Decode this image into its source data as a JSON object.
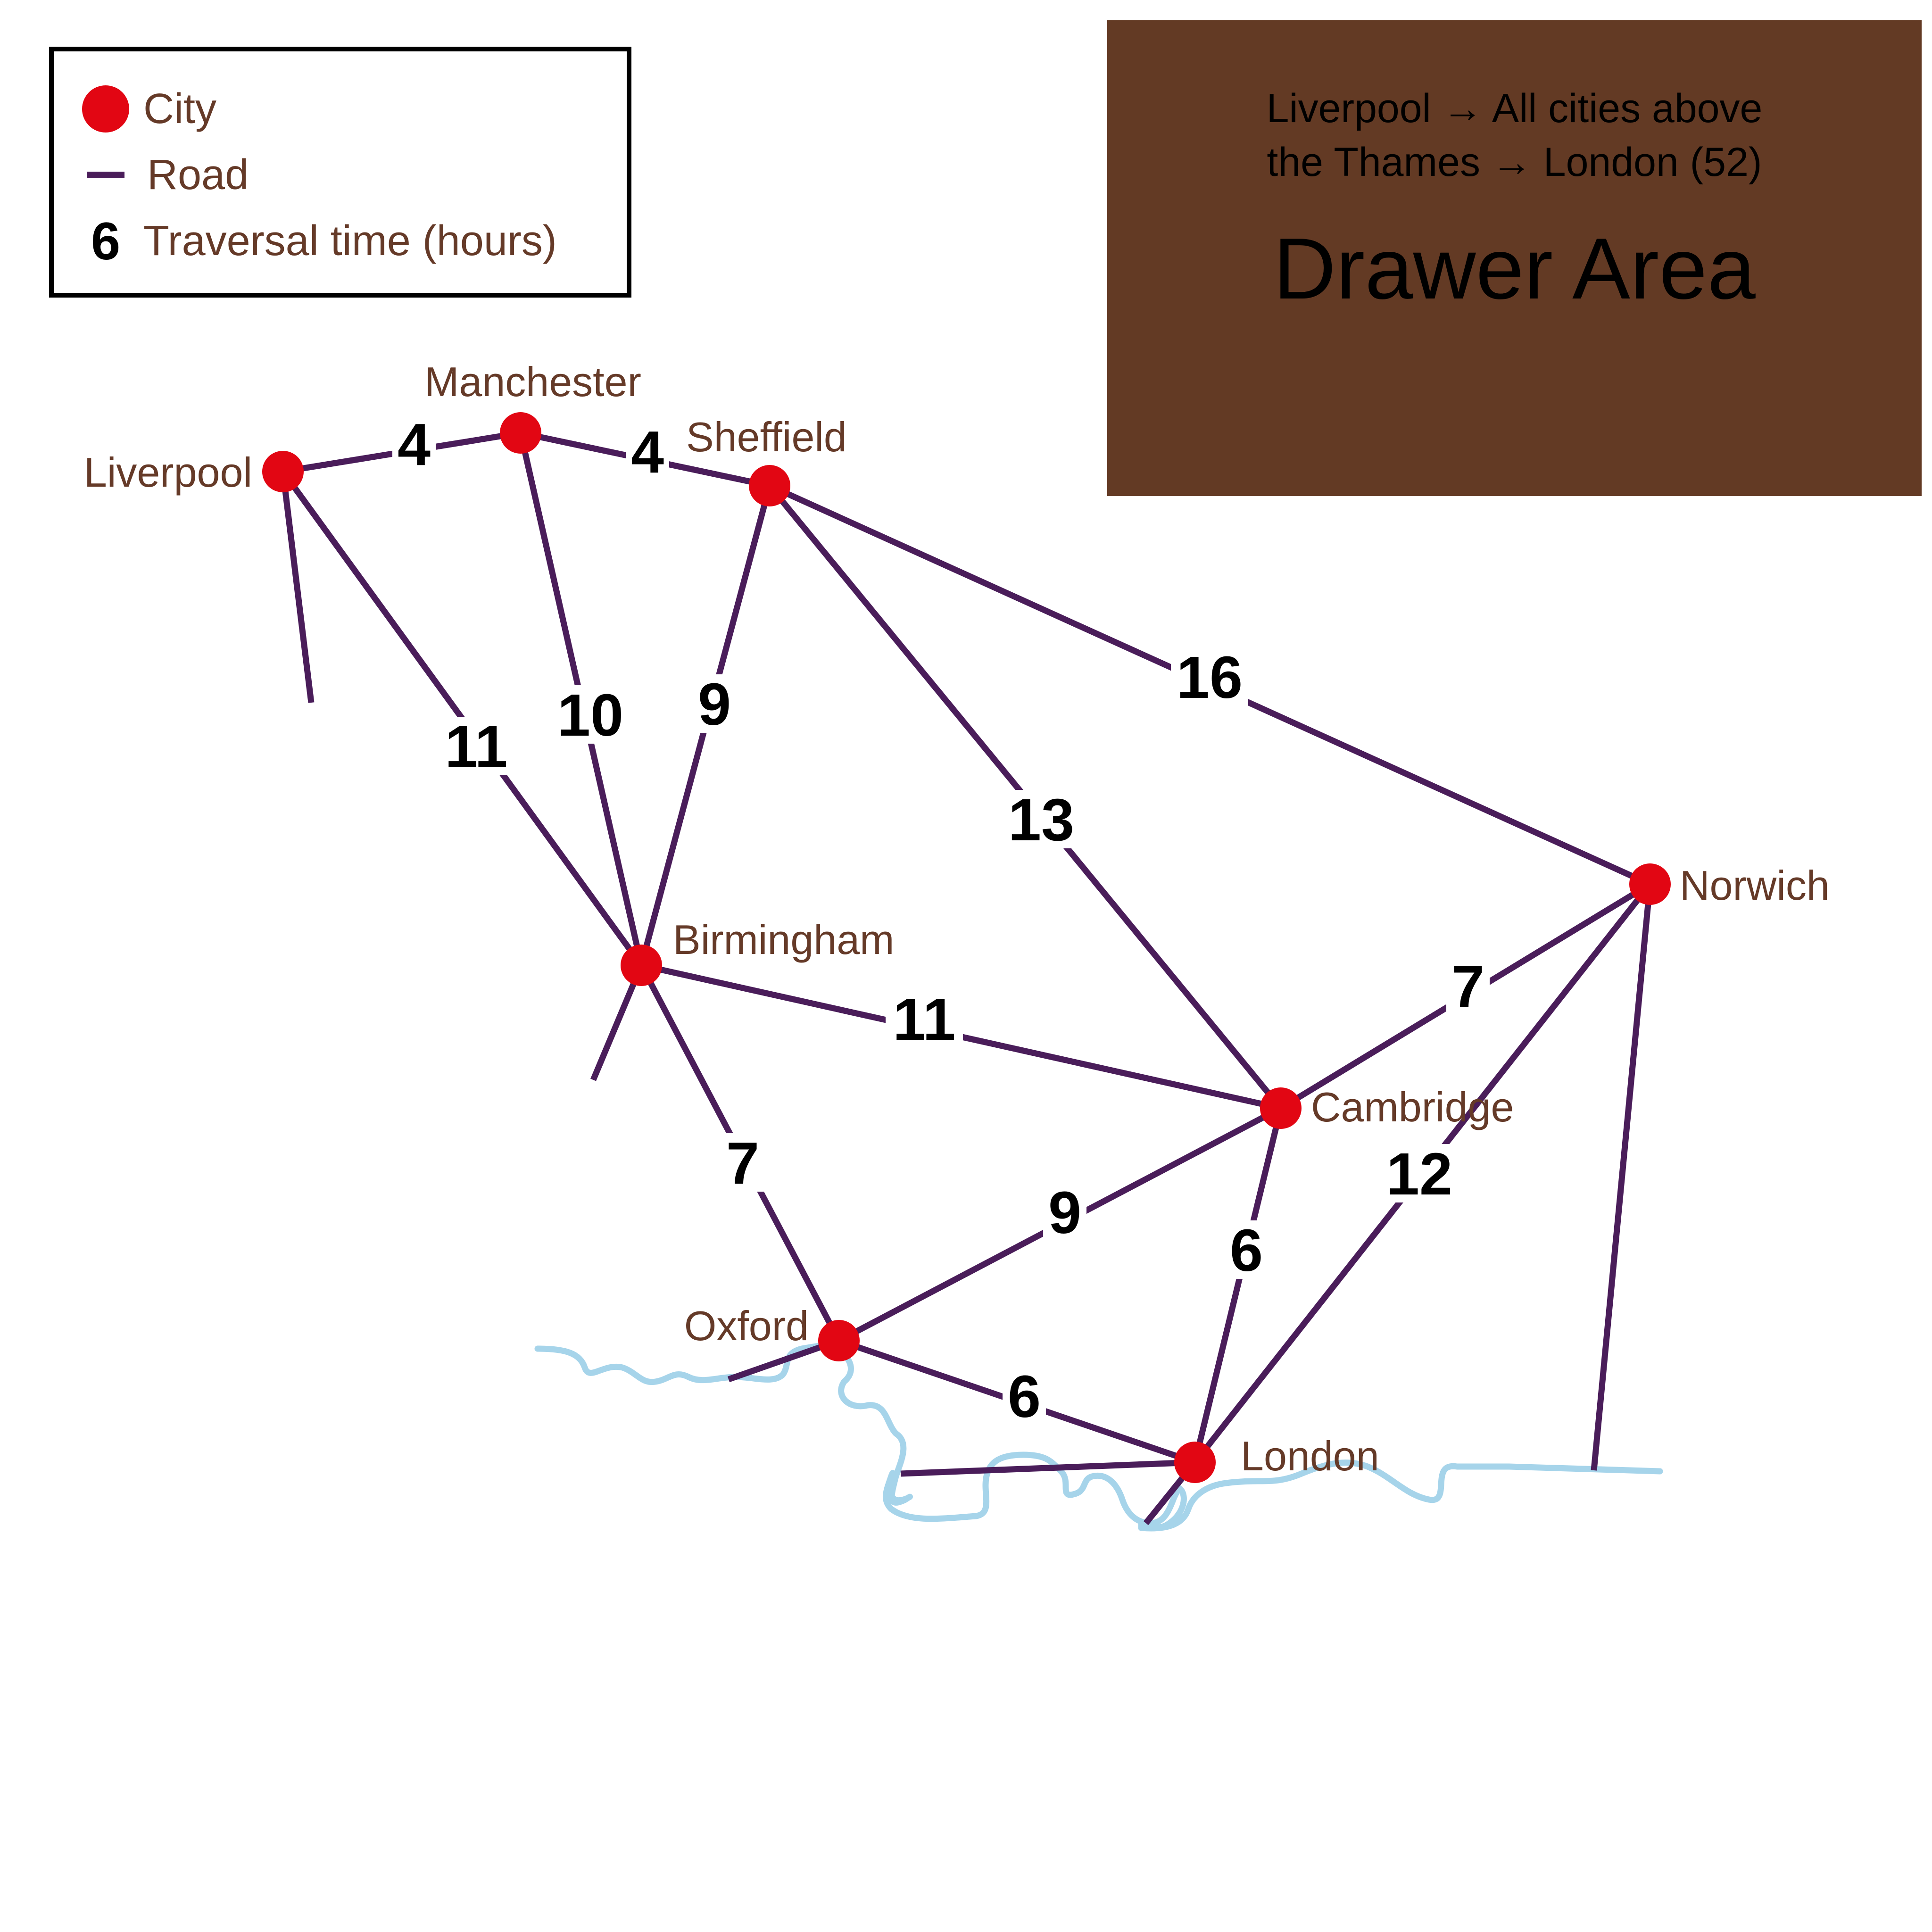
{
  "colors": {
    "city": "#e20613",
    "road": "#4a1d5a",
    "river": "#a6d4ea",
    "label_text": "#653a28",
    "drawer_background": "#633a24"
  },
  "legend": {
    "city_label": "City",
    "road_label": "Road",
    "time_symbol": "6",
    "time_label": "Traversal time (hours)"
  },
  "drawer": {
    "subtitle_line1": "Liverpool → All cities above",
    "subtitle_line2": "the Thames → London (52)",
    "title": "Drawer Area"
  },
  "cities": [
    {
      "id": "liverpool",
      "name": "Liverpool"
    },
    {
      "id": "manchester",
      "name": "Manchester"
    },
    {
      "id": "sheffield",
      "name": "Sheffield"
    },
    {
      "id": "birmingham",
      "name": "Birmingham"
    },
    {
      "id": "norwich",
      "name": "Norwich"
    },
    {
      "id": "cambridge",
      "name": "Cambridge"
    },
    {
      "id": "oxford",
      "name": "Oxford"
    },
    {
      "id": "london",
      "name": "London"
    }
  ],
  "roads": [
    {
      "from": "liverpool",
      "to": "manchester",
      "hours": 4
    },
    {
      "from": "manchester",
      "to": "sheffield",
      "hours": 4
    },
    {
      "from": "liverpool",
      "to": "birmingham",
      "hours": 11
    },
    {
      "from": "manchester",
      "to": "birmingham",
      "hours": 10
    },
    {
      "from": "sheffield",
      "to": "birmingham",
      "hours": 9
    },
    {
      "from": "sheffield",
      "to": "cambridge",
      "hours": 13
    },
    {
      "from": "sheffield",
      "to": "norwich",
      "hours": 16
    },
    {
      "from": "birmingham",
      "to": "cambridge",
      "hours": 11
    },
    {
      "from": "birmingham",
      "to": "oxford",
      "hours": 7
    },
    {
      "from": "cambridge",
      "to": "norwich",
      "hours": 7
    },
    {
      "from": "oxford",
      "to": "cambridge",
      "hours": 9
    },
    {
      "from": "cambridge",
      "to": "london",
      "hours": 6
    },
    {
      "from": "norwich",
      "to": "london",
      "hours": 12
    },
    {
      "from": "oxford",
      "to": "london",
      "hours": 6
    }
  ]
}
